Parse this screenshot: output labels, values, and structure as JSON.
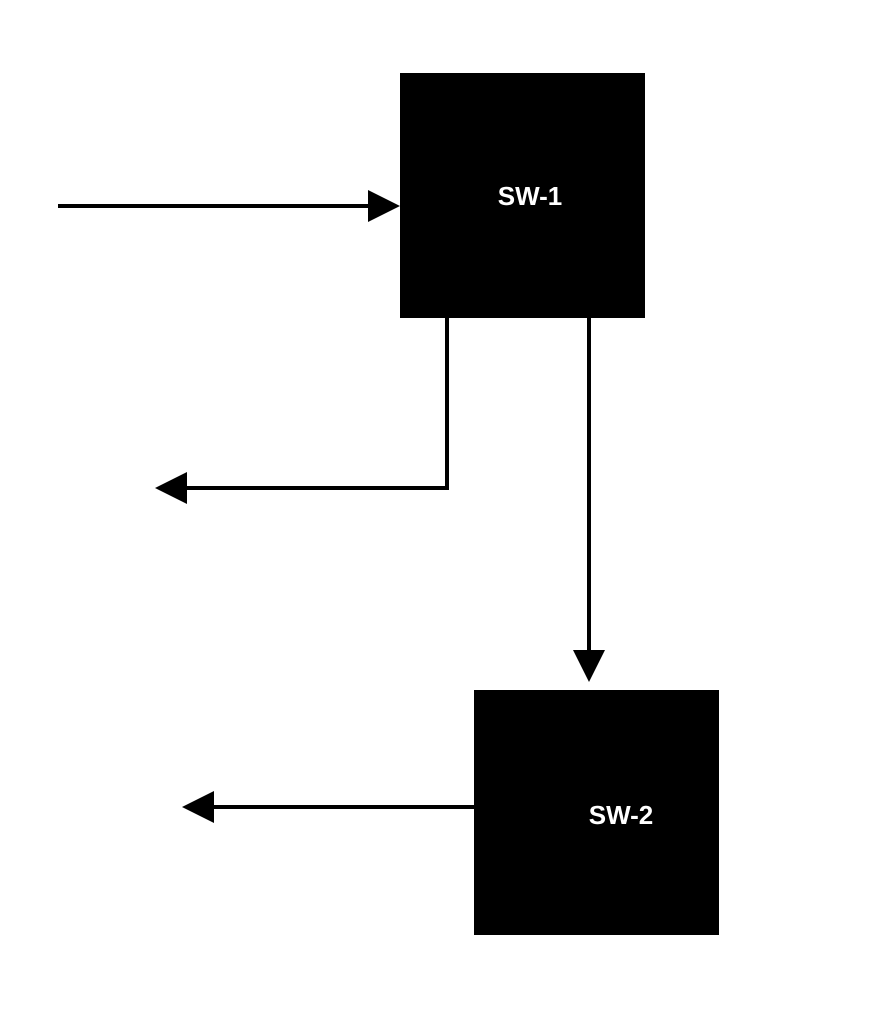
{
  "diagram": {
    "nodes": [
      {
        "id": "sw1",
        "label": "SW-1"
      },
      {
        "id": "sw2",
        "label": "SW-2"
      }
    ],
    "edges": [
      {
        "from": "external",
        "to": "sw1"
      },
      {
        "from": "sw1",
        "to": "external"
      },
      {
        "from": "sw1",
        "to": "sw2"
      },
      {
        "from": "sw2",
        "to": "external"
      }
    ],
    "colors": {
      "node_fill": "#000000",
      "node_text": "#ffffff",
      "edge": "#000000",
      "background": "#ffffff"
    }
  }
}
